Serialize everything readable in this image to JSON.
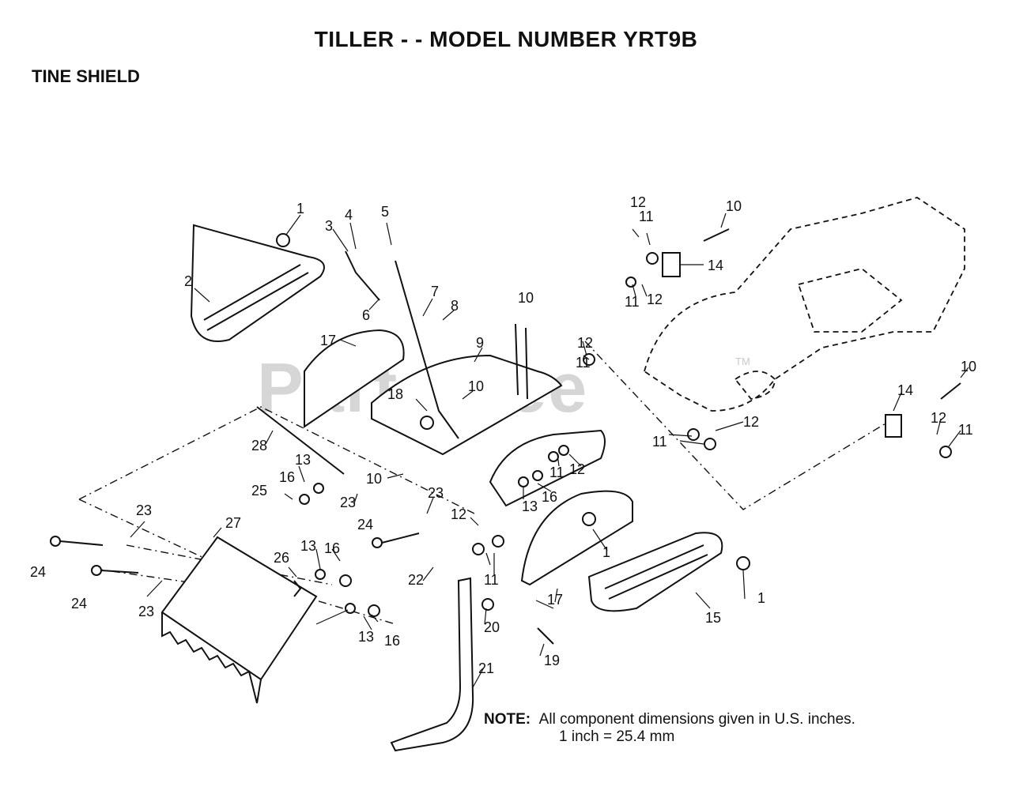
{
  "header": {
    "title": "TILLER - - MODEL NUMBER YRT9B",
    "subtitle": "TINE SHIELD"
  },
  "watermark": {
    "text": "PartsTree",
    "tm": "TM"
  },
  "note": {
    "label": "NOTE:",
    "line1": "All component dimensions given in U.S. inches.",
    "line2": "1 inch = 25.4 mm"
  },
  "callouts": {
    "c1a": "1",
    "c1b": "1",
    "c1c": "1",
    "c2": "2",
    "c3": "3",
    "c4": "4",
    "c5": "5",
    "c6": "6",
    "c7": "7",
    "c8": "8",
    "c9": "9",
    "c10a": "10",
    "c10b": "10",
    "c10c": "10",
    "c10d": "10",
    "c10e": "10",
    "c11a": "11",
    "c11b": "11",
    "c11c": "11",
    "c11d": "11",
    "c11e": "11",
    "c11f": "11",
    "c11g": "11",
    "c12a": "12",
    "c12b": "12",
    "c12c": "12",
    "c12d": "12",
    "c12e": "12",
    "c12f": "12",
    "c12g": "12",
    "c13a": "13",
    "c13b": "13",
    "c13c": "13",
    "c13d": "13",
    "c14a": "14",
    "c14b": "14",
    "c15": "15",
    "c16a": "16",
    "c16b": "16",
    "c16c": "16",
    "c16d": "16",
    "c17a": "17",
    "c17b": "17",
    "c18": "18",
    "c19": "19",
    "c20": "20",
    "c21": "21",
    "c22": "22",
    "c23a": "23",
    "c23b": "23",
    "c23c": "23",
    "c23d": "23",
    "c24a": "24",
    "c24b": "24",
    "c24c": "24",
    "c25": "25",
    "c26": "26",
    "c27": "27",
    "c28": "28"
  }
}
